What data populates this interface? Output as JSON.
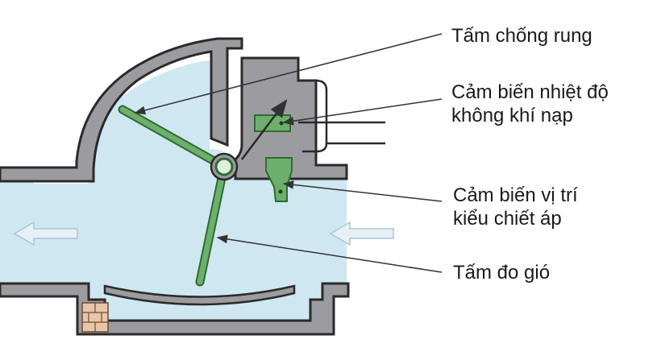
{
  "colors": {
    "air": "#cfe7f1",
    "housing": "#9c9ca0",
    "housing_outline": "#2a2a2a",
    "vane": "#6db06d",
    "vane_outline": "#2f6a34",
    "sensor": "#6db06d",
    "arrow": "#e6f1f7",
    "brick": "#e8c6a8",
    "leader": "#333333"
  },
  "labels": {
    "damper": "Tấm chống rung",
    "temp_sensor_line1": "Cảm biến nhiệt độ",
    "temp_sensor_line2": "không khí nạp",
    "pot_sensor_line1": "Cảm biến vị trí",
    "pot_sensor_line2": "kiểu chiết áp",
    "measuring_plate": "Tấm đo gió"
  }
}
